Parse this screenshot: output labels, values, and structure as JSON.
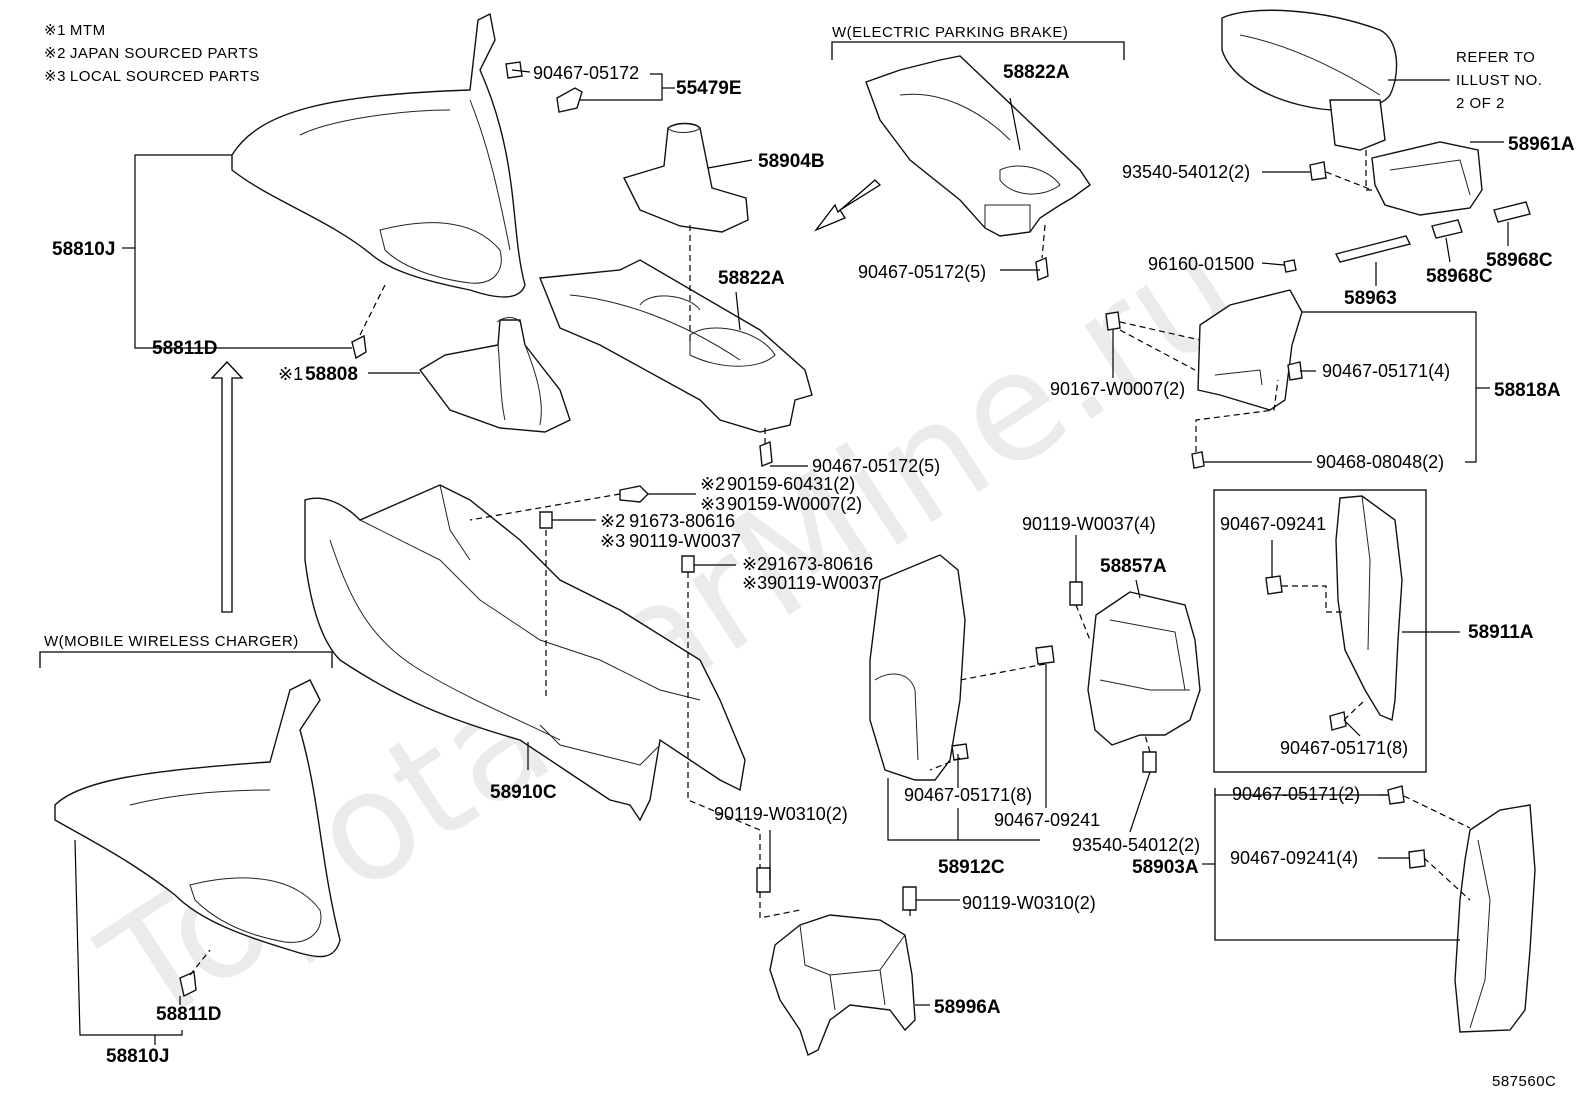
{
  "notes": [
    {
      "mark": "※1",
      "text": "MTM"
    },
    {
      "mark": "※2",
      "text": "JAPAN SOURCED PARTS"
    },
    {
      "mark": "※3",
      "text": "LOCAL SOURCED PARTS"
    }
  ],
  "captions": {
    "electric_parking_brake": "W(ELECTRIC PARKING BRAKE)",
    "mobile_wireless_charger": "W(MOBILE WIRELESS CHARGER)",
    "refer_line1": "REFER TO",
    "refer_line2": "ILLUST NO.",
    "refer_line3": "2 OF 2"
  },
  "watermark": "ToyotaCarMine.ru",
  "figure_id": "587560C",
  "labels": {
    "p90467_05172_top": "90467-05172",
    "p55479E": "55479E",
    "p58810J_top": "58810J",
    "p58811D_top": "58811D",
    "p58808_mark": "※1",
    "p58808": "58808",
    "p58904B": "58904B",
    "p58822A_mid": "58822A",
    "p58822A_top": "58822A",
    "p90467_05172_5_top": "90467-05172(5)",
    "p90467_05172_5_mid": "90467-05172(5)",
    "p90159_60431_mark": "※2",
    "p90159_60431": "90159-60431(2)",
    "p90159_W0007_mark": "※3",
    "p90159_W0007": "90159-W0007(2)",
    "p91673_80616_a_mark": "※2",
    "p91673_80616_a": "91673-80616",
    "p90119_W0037_a_mark": "※3",
    "p90119_W0037_a": "90119-W0037",
    "p91673_80616_b_mark": "※2",
    "p91673_80616_b": "91673-80616",
    "p90119_W0037_b_mark": "※3",
    "p90119_W0037_b": "90119-W0037",
    "p58910C": "58910C",
    "p90119_W0310_a": "90119-W0310(2)",
    "p90119_W0310_b": "90119-W0310(2)",
    "p58996A": "58996A",
    "p90119_W0037_4": "90119-W0037(4)",
    "p58857A": "58857A",
    "p90467_05171_8_a": "90467-05171(8)",
    "p90467_09241_a": "90467-09241",
    "p58912C": "58912C",
    "p93540_54012_2_low": "93540-54012(2)",
    "p58903A": "58903A",
    "p93540_54012_2_top": "93540-54012(2)",
    "p58961A": "58961A",
    "p96160_01500": "96160-01500",
    "p58963": "58963",
    "p58968C_a": "58968C",
    "p58968C_b": "58968C",
    "p90167_W0007": "90167-W0007(2)",
    "p90467_05171_4": "90467-05171(4)",
    "p58818A": "58818A",
    "p90468_08048": "90468-08048(2)",
    "p90467_09241_b": "90467-09241",
    "p58911A": "58911A",
    "p90467_05171_8_b": "90467-05171(8)",
    "p90467_05171_2": "90467-05171(2)",
    "p90467_09241_4": "90467-09241(4)",
    "p58811D_low": "58811D",
    "p58810J_low": "58810J"
  }
}
